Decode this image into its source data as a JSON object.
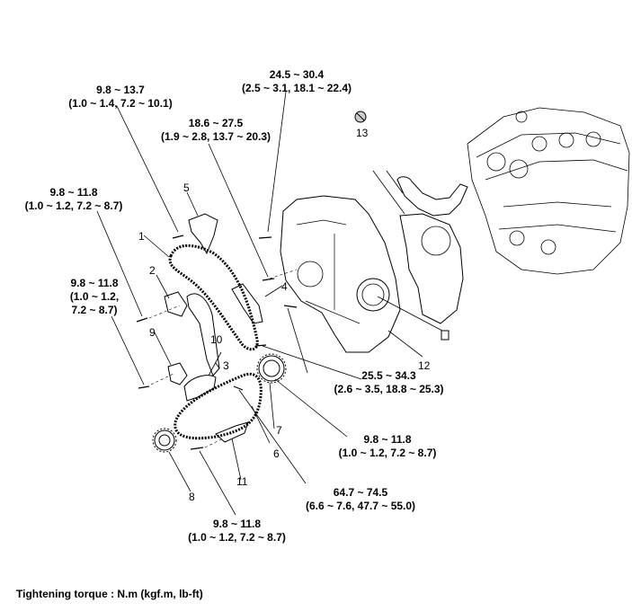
{
  "torques": {
    "t1": {
      "l1": "9.8 ~ 13.7",
      "l2": "(1.0 ~ 1.4, 7.2 ~ 10.1)"
    },
    "t2": {
      "l1": "24.5 ~ 30.4",
      "l2": "(2.5 ~ 3.1, 18.1 ~ 22.4)"
    },
    "t3": {
      "l1": "18.6 ~ 27.5",
      "l2": "(1.9 ~ 2.8, 13.7 ~ 20.3)"
    },
    "t4": {
      "l1": "9.8 ~ 11.8",
      "l2": "(1.0 ~ 1.2, 7.2 ~ 8.7)"
    },
    "t5": {
      "l1": "9.8 ~ 11.8",
      "l2": "(1.0 ~ 1.2,",
      "l3": "7.2 ~ 8.7)"
    },
    "t6": {
      "l1": "25.5 ~ 34.3",
      "l2": "(2.6 ~ 3.5, 18.8 ~ 25.3)"
    },
    "t7": {
      "l1": "9.8 ~ 11.8",
      "l2": "(1.0 ~ 1.2, 7.2 ~ 8.7)"
    },
    "t8": {
      "l1": "64.7 ~ 74.5",
      "l2": "(6.6 ~ 7.6, 47.7 ~ 55.0)"
    },
    "t9": {
      "l1": "9.8 ~ 11.8",
      "l2": "(1.0 ~ 1.2, 7.2 ~ 8.7)"
    }
  },
  "parts": [
    "1",
    "2",
    "3",
    "4",
    "5",
    "6",
    "7",
    "8",
    "9",
    "10",
    "11",
    "12",
    "13"
  ],
  "footer": "Tightening torque : N.m (kgf.m, lb-ft)",
  "colors": {
    "line": "#000000",
    "background": "#ffffff"
  }
}
